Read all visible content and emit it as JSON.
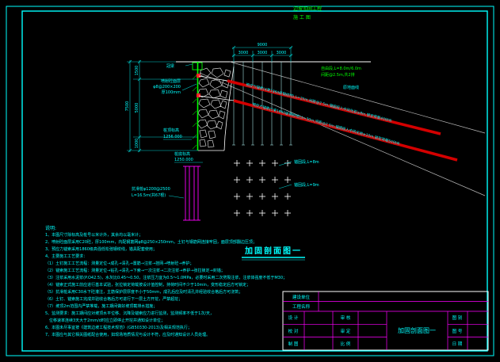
{
  "frame": {
    "bg": "#000000",
    "border_color": "#00ffff"
  },
  "stamp": {
    "line1": "边坡加固工程",
    "line2": "施 工 图"
  },
  "drawing_title": {
    "text": "加固剖面图一"
  },
  "dims": {
    "top_overall": "9000",
    "top_segments": [
      "3000",
      "3000",
      "3000"
    ],
    "left_overall": "7500",
    "left_segments": [
      "1500",
      "5000",
      "1000"
    ]
  },
  "labels": {
    "shotcrete_1": "喷射砼面层",
    "shotcrete_2": "φ8@200×200",
    "shotcrete_3": "厚100mm",
    "crown_beam": "冠梁",
    "elev_top_label": "桩顶标高",
    "elev_top_value": "1256.000",
    "elev_bottom_label": "桩底标高",
    "elev_bottom_value": "1250.000",
    "pile_line1": "抗滑桩φ1200@2500",
    "pile_line2": "L=16.5m(共67根)",
    "free_length_1": "自由段,L=8.0m/6.0m",
    "free_length_2": "间距@2.5m,共2排",
    "ground_line": "原地面线",
    "anchor_a": "预应力锚索(4束1860级钢绞线),L=25m,间距@2.5m,锚固段入中风化岩≥8m,锁定荷载400kN",
    "anchor_b": "预应力锚索(5束1860级钢绞线),L=30m,间距@2.5m,锚固段入中风化岩≥10m,锁定荷载500kN",
    "bond_1": "锚固段,L=8m",
    "bond_2": "锚固段,L=9m"
  },
  "notes": {
    "heading": "说明:",
    "lines": [
      "1、本图尺寸除标高及桩号以米计外，其余均以毫米计；",
      "2、喷射砼面层采用C20砼，厚100mm，内配钢筋网φ8@250×250mm，土钉与钢筋网连接牢固，面层顶部翻边压顶；",
      "3、预应力锚索采用1860级高强低松弛钢绞线，锚具配套使用；",
      "4、主要施工工艺要求：",
      "（1）土钉施工工艺流程：测量定位→成孔→清孔→置筋→注浆→挂网→喷射砼→养护；",
      "（2）锚索施工工艺流程：测量定位→钻孔→清孔→下索→一次注浆→二次注浆→养护→张拉锁定→封锚；",
      "（3）注浆采用水泥浆(P.O42.5)，水灰比0.45～0.50，注浆压力宜为0.5～1.0MPa，必要时采用二次劈裂注浆，注浆体强度不低于M30；",
      "（4）锚索正式施工前应进行基本试验，张拉锁定荷载按设计值控制，持荷时间不少于10min，变形稳定后方可锁定；",
      "（5）抗滑桩采用C30水下砼灌注，主筋保护层厚度不小于50mm，成孔后应及时清孔并经验收合格后方可浇筑；",
      "（6）土钉、锚索施工完成并验收合格后方可进行下一层土方开挖，严禁超挖；",
      "（7）坡顶2m范围内严禁堆载，施工期间做好坡顶截排水措施；",
      "5、监测要求：施工期间应对坡顶水平位移、沉降及锚索应力进行监测，监测频率不低于1次/天，",
      "　位移速率连续3天大于2mm/d时应立即停止开挖并通知设计单位；",
      "6、本图未尽事宜按《建筑边坡工程技术规范》(GB50330-2013)及相关规范执行；",
      "7、本图应与其它相关图纸配合使用，如现场地质情况与设计不符，应及时通知设计人员处理。"
    ]
  },
  "titleblock": {
    "owner_label": "建设单位",
    "project_label": "工程名称",
    "design": "设 计",
    "check": "校 对",
    "draft": "制 图",
    "review": "审 核",
    "approve": "审 定",
    "scale": "比 例",
    "sheet_type": "图 别",
    "sheet_no": "图 号",
    "date": "日 期",
    "drawing_name": "加固剖面图一"
  }
}
